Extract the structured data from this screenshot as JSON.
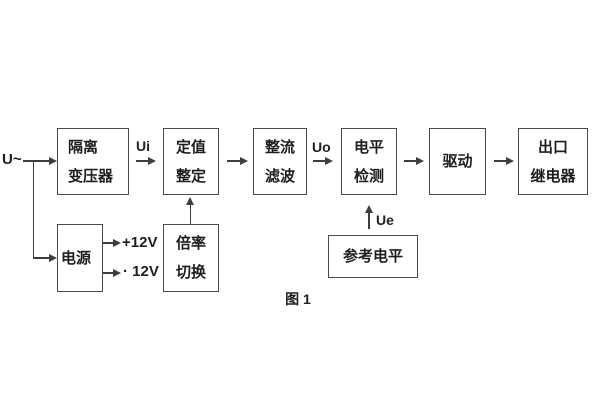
{
  "figure": {
    "caption": "图 1",
    "colors": {
      "background": "#ffffff",
      "line": "#3d3d3d",
      "box_border": "#4a4a4a",
      "text": "#1e1e1e"
    }
  },
  "blocks": {
    "isolation_transformer": {
      "line1": "隔离",
      "line2": "变压器"
    },
    "setpoint_setting": {
      "line1": "定值",
      "line2": "整定"
    },
    "rectifier_filter": {
      "line1": "整流",
      "line2": "滤波"
    },
    "level_detection": {
      "line1": "电平",
      "line2": "检测"
    },
    "driver": {
      "line1": "驱动"
    },
    "output_relay": {
      "line1": "出口",
      "line2": "继电器"
    },
    "power_supply": {
      "line1": "电源"
    },
    "ratio_switching": {
      "line1": "倍率",
      "line2": "切换"
    },
    "reference_level": {
      "line1": "参考电平"
    }
  },
  "signals": {
    "input": "U~",
    "ui": "Ui",
    "uo": "Uo",
    "ue": "Ue",
    "plus_12v": "+12V",
    "minus_12v": "· 12V"
  }
}
